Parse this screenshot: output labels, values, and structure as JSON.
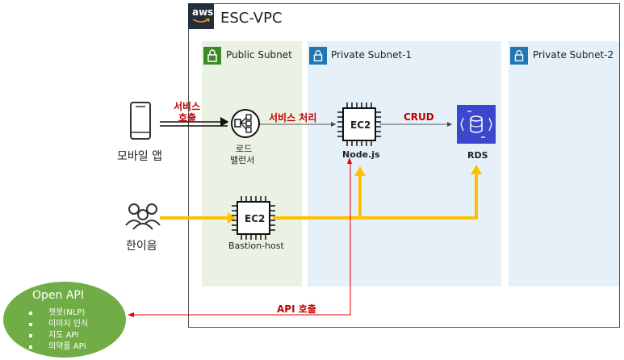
{
  "vpc": {
    "title": "ESC-VPC",
    "logo_text": "aws"
  },
  "subnets": {
    "public": "Public Subnet",
    "private1": "Private Subnet-1",
    "private2": "Private Subnet-2"
  },
  "clients": {
    "mobile_label": "모바일 앱",
    "people_label": "한이음"
  },
  "flows": {
    "service_call_line1": "서비스",
    "service_call_line2": "호출",
    "service_process": "서비스 처리",
    "crud": "CRUD",
    "api_call": "API 호출"
  },
  "nodes": {
    "lb_line1": "로드",
    "lb_line2": "밸런서",
    "ec2_chip": "EC2",
    "ec2_node_label": "Node.js",
    "bastion_chip": "EC2",
    "bastion_label": "Bastion-host",
    "rds_label": "RDS"
  },
  "open_api": {
    "title": "Open API",
    "items": [
      "챗봇(NLP)",
      "이미지 인식",
      "지도 API",
      "의약품 API"
    ]
  },
  "colors": {
    "aws_dark": "#232f3e",
    "public_bg": "#e9f2e3",
    "private_bg": "#e6f0f8",
    "green_badge": "#3d8b27",
    "blue_badge": "#1f77b4",
    "red_text": "#c00000",
    "yellow_arrow": "#ffc000",
    "rds_blue": "#3b48cc",
    "openapi_green": "#70ad47"
  },
  "icons": [
    "aws-logo-icon",
    "lock-icon",
    "smartphone-icon",
    "people-icon",
    "load-balancer-icon",
    "ec2-chip-icon",
    "rds-database-icon"
  ]
}
